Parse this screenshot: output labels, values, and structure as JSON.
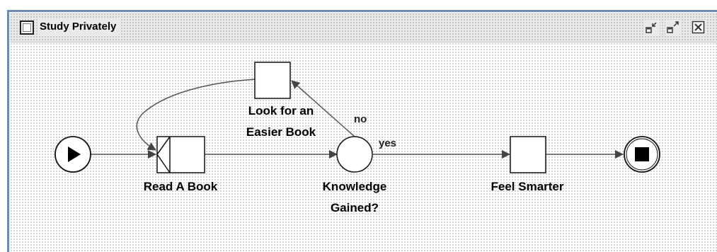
{
  "window": {
    "title": "Study Privately",
    "minimize_icon": "minimize-icon",
    "maximize_icon": "maximize-icon",
    "close_icon": "close-icon"
  },
  "colors": {
    "frame_border": "#6f8bb5",
    "edge": "#555555",
    "node_stroke": "#000000"
  },
  "diagram": {
    "nodes": {
      "start": {
        "kind": "start-event"
      },
      "read_book": {
        "kind": "task",
        "label": "Read A Book"
      },
      "easier_book": {
        "kind": "task",
        "label_line1": "Look for an",
        "label_line2": "Easier Book"
      },
      "decision": {
        "kind": "decision",
        "label_line1": "Knowledge",
        "label_line2": "Gained?"
      },
      "feel_smarter": {
        "kind": "task",
        "label": "Feel Smarter"
      },
      "end": {
        "kind": "end-event"
      }
    },
    "edges": {
      "no": "no",
      "yes": "yes"
    }
  }
}
